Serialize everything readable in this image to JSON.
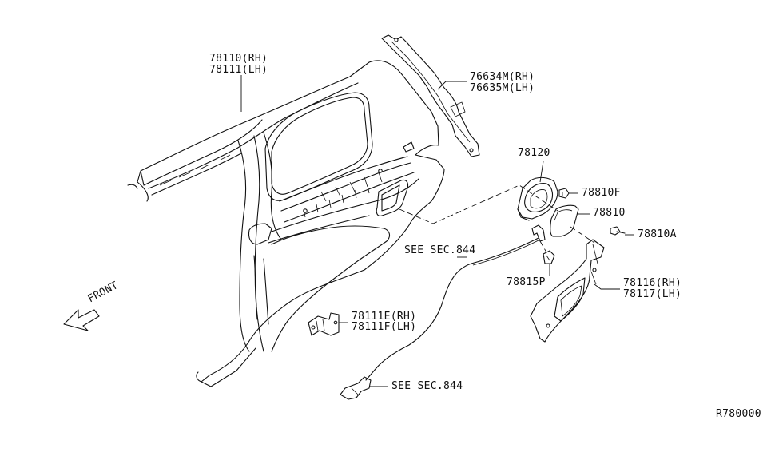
{
  "labels": {
    "p78110": "78110(RH)",
    "p78111": "78111(LH)",
    "p76634m": "76634M(RH)",
    "p76635m": "76635M(LH)",
    "p78120": "78120",
    "p78810f": "78810F",
    "p78810": "78810",
    "p78810a": "78810A",
    "see_sec_844_upper": "SEE SEC.844",
    "p78815p": "78815P",
    "p78116": "78116(RH)",
    "p78117": "78117(LH)",
    "p78111e": "78111E(RH)",
    "p78111f": "78111F(LH)",
    "see_sec_844_lower": "SEE SEC.844",
    "front": "FRONT",
    "diagram_code": "R780000"
  }
}
